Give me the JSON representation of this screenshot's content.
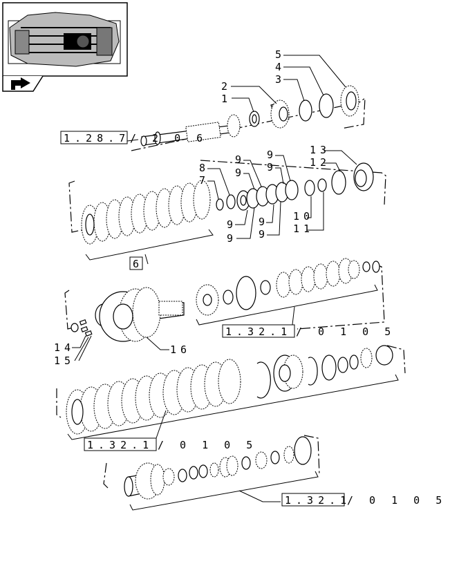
{
  "thumbnail": {
    "icon": "transmission-thumbnail-icon",
    "nav_icon": "arrow-right-icon"
  },
  "callouts": {
    "c1": "1",
    "c2": "2",
    "c3": "3",
    "c4": "4",
    "c5": "5",
    "c7": "7",
    "c8": "8",
    "c9a": "9",
    "c9b": "9",
    "c9c": "9",
    "c9d": "9",
    "c9e": "9",
    "c9f": "9",
    "c9g": "9",
    "c9h": "9",
    "c10": "10",
    "c11": "11",
    "c12": "12",
    "c13": "13",
    "c14": "14",
    "c15": "15",
    "c16": "16"
  },
  "refs": {
    "r1": {
      "box": "1.28.7",
      "suffix": "/ 2 0 6"
    },
    "r6": {
      "box": "6"
    },
    "r2": {
      "box": "1.32.1",
      "suffix": "/ 0 1  0 5"
    },
    "r3": {
      "box": "1.32.1",
      "suffix": "/ 0 1  0 5"
    },
    "r4": {
      "box": "1.32.1",
      "suffix": "/ 0 1  0 5"
    }
  }
}
